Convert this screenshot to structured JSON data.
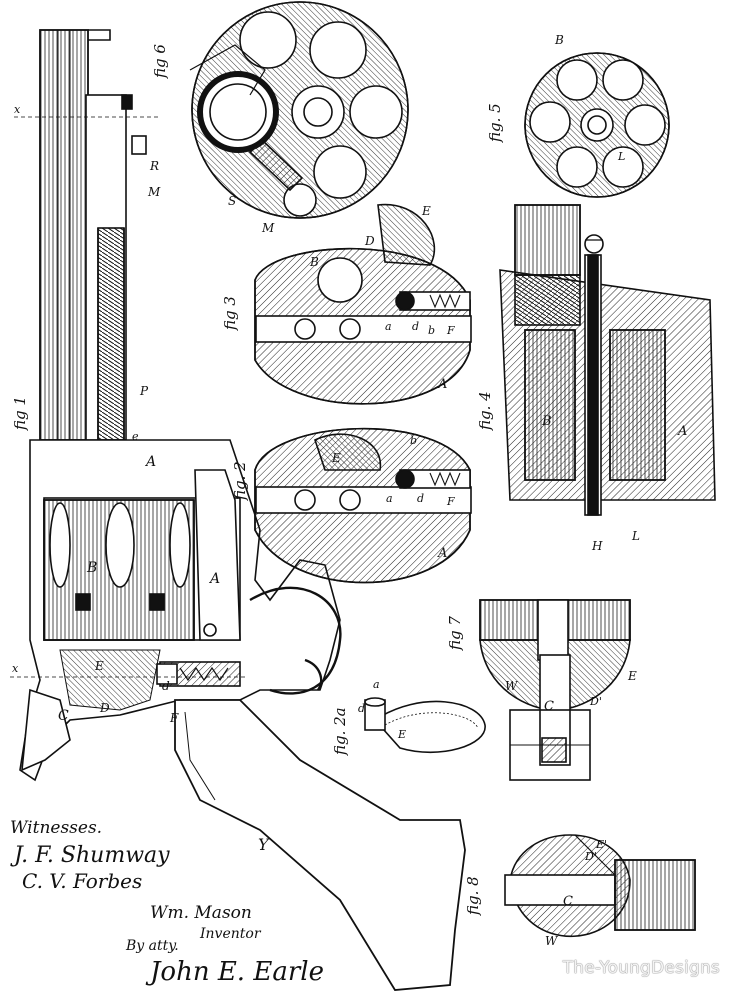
{
  "figures": {
    "fig1": "fig 1",
    "fig2": "fig. 2",
    "fig2a": "fig. 2a",
    "fig3": "fig 3",
    "fig4": "fig. 4",
    "fig5": "fig. 5",
    "fig6": "fig 6",
    "fig7": "fig 7",
    "fig8": "fig. 8"
  },
  "letters": {
    "A": "A",
    "B": "B",
    "C": "C",
    "D": "D",
    "E": "E",
    "F": "F",
    "H": "H",
    "L": "L",
    "M": "M",
    "P": "P",
    "R": "R",
    "S": "S",
    "W": "W",
    "Y": "Y",
    "a": "a",
    "b": "b",
    "d": "d",
    "e": "e",
    "x": "x",
    "D2": "D'",
    "E2": "E'"
  },
  "witnesses": {
    "heading": "Witnesses.",
    "first": "J. F. Shumway",
    "second": "C. V. Forbes"
  },
  "inventor": {
    "name": "Wm. Mason",
    "title": "Inventor",
    "by": "By atty.",
    "attorney": "John E. Earle"
  },
  "watermark": "The-YoungDesigns"
}
